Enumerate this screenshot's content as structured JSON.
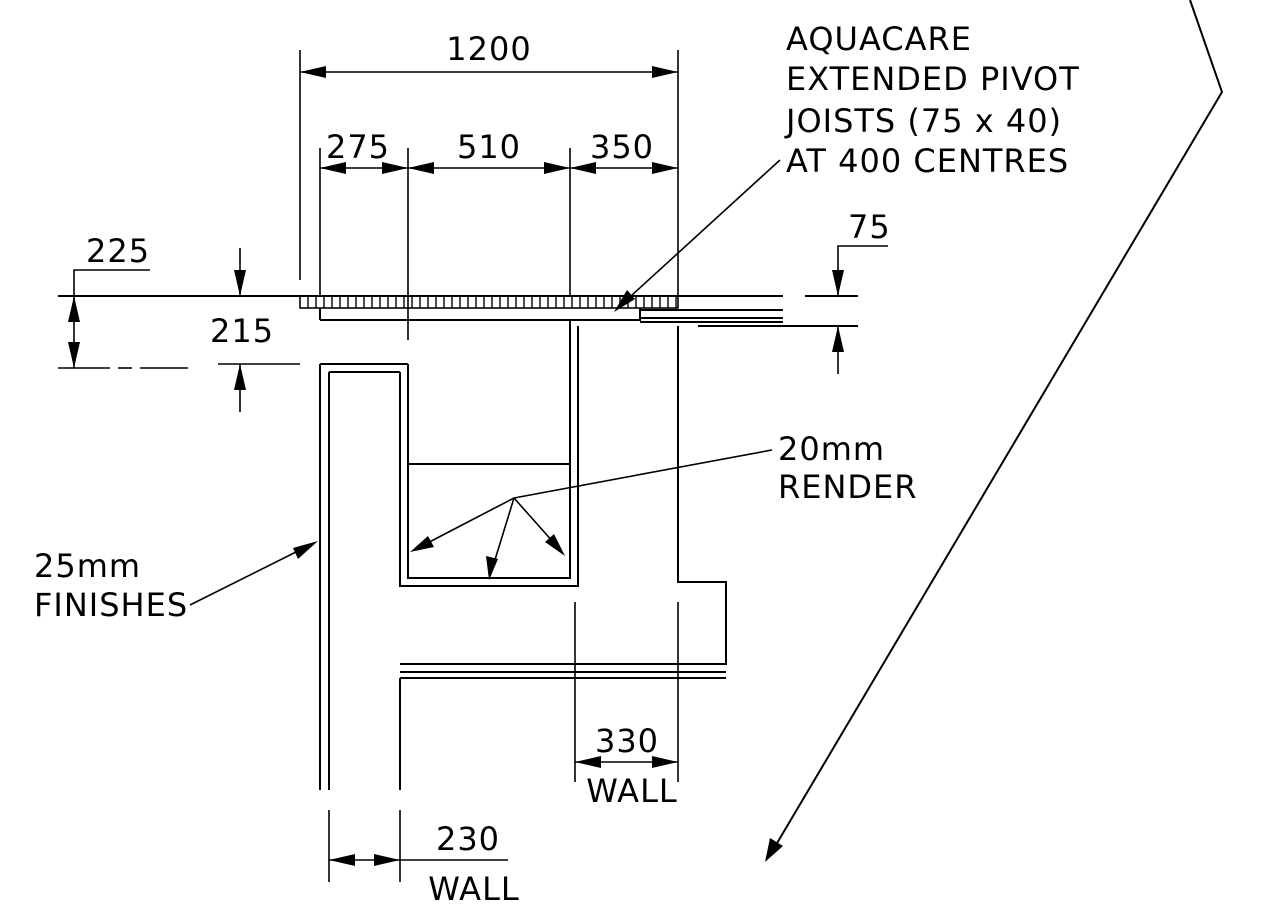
{
  "dimensions": {
    "overall": "1200",
    "segment_left": "275",
    "segment_middle": "510",
    "segment_right": "350",
    "left_upper": "225",
    "left_lower": "215",
    "right_upper": "75",
    "wall_right_value": "330",
    "wall_right_label": "WALL",
    "wall_bottom_value": "230",
    "wall_bottom_label": "WALL"
  },
  "labels": {
    "joists": [
      "AQUACARE",
      "EXTENDED PIVOT",
      "JOISTS (75 x 40)",
      "AT 400 CENTRES"
    ],
    "render": [
      "20mm",
      "RENDER"
    ],
    "finishes": [
      "25mm",
      "FINISHES"
    ]
  },
  "colors": {
    "ink": "#000000",
    "background": "#ffffff"
  }
}
